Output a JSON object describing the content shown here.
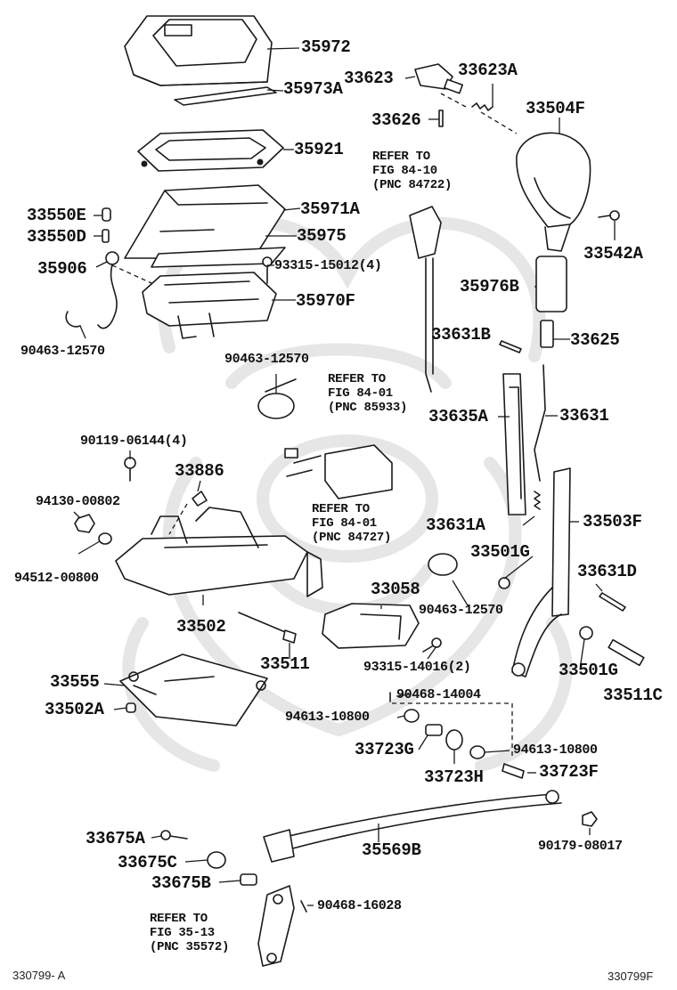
{
  "watermark": {
    "color": "#e6e6e6"
  },
  "parts": {
    "p35972": "35972",
    "p35973a": "35973A",
    "p33623": "33623",
    "p33623a": "33623A",
    "p33626": "33626",
    "p33504f": "33504F",
    "p35921": "35921",
    "p35971a": "35971A",
    "p35975": "35975",
    "p33550e": "33550E",
    "p33550d": "33550D",
    "p35906": "35906",
    "p93315_15012": "93315-15012(4)",
    "p35970f": "35970F",
    "p90463_12570_a": "90463-12570",
    "p33542a": "33542A",
    "p35976b": "35976B",
    "p33631b": "33631B",
    "p33625": "33625",
    "p90463_12570_b": "90463-12570",
    "p33635a": "33635A",
    "p33631": "33631",
    "p90119_06144": "90119-06144(4)",
    "p33886": "33886",
    "p94130_00802": "94130-00802",
    "p33631a": "33631A",
    "p33503f": "33503F",
    "p33501g_a": "33501G",
    "p94512_00800": "94512-00800",
    "p33631d": "33631D",
    "p33058": "33058",
    "p90463_12570_c": "90463-12570",
    "p33502": "33502",
    "p33511": "33511",
    "p93315_14016": "93315-14016(2)",
    "p33501g_b": "33501G",
    "p33555": "33555",
    "p90468_14004": "90468-14004",
    "p33511c": "33511C",
    "p33502a": "33502A",
    "p94613_10800_a": "94613-10800",
    "p33723g": "33723G",
    "p94613_10800_b": "94613-10800",
    "p33723h": "33723H",
    "p33723f": "33723F",
    "p33675a": "33675A",
    "p90179_08017": "90179-08017",
    "p35569b": "35569B",
    "p33675c": "33675C",
    "p33675b": "33675B",
    "p90468_16028": "90468-16028"
  },
  "refs": {
    "r1": {
      "l1": "REFER TO",
      "l2": "FIG 84-10",
      "l3": "(PNC 84722)"
    },
    "r2": {
      "l1": "REFER TO",
      "l2": "FIG 84-01",
      "l3": "(PNC 85933)"
    },
    "r3": {
      "l1": "REFER TO",
      "l2": "FIG 84-01",
      "l3": "(PNC 84727)"
    },
    "r4": {
      "l1": "REFER TO",
      "l2": "FIG 35-13",
      "l3": "(PNC 35572)"
    }
  },
  "footer": {
    "left": "330799- A",
    "right": "330799F"
  }
}
